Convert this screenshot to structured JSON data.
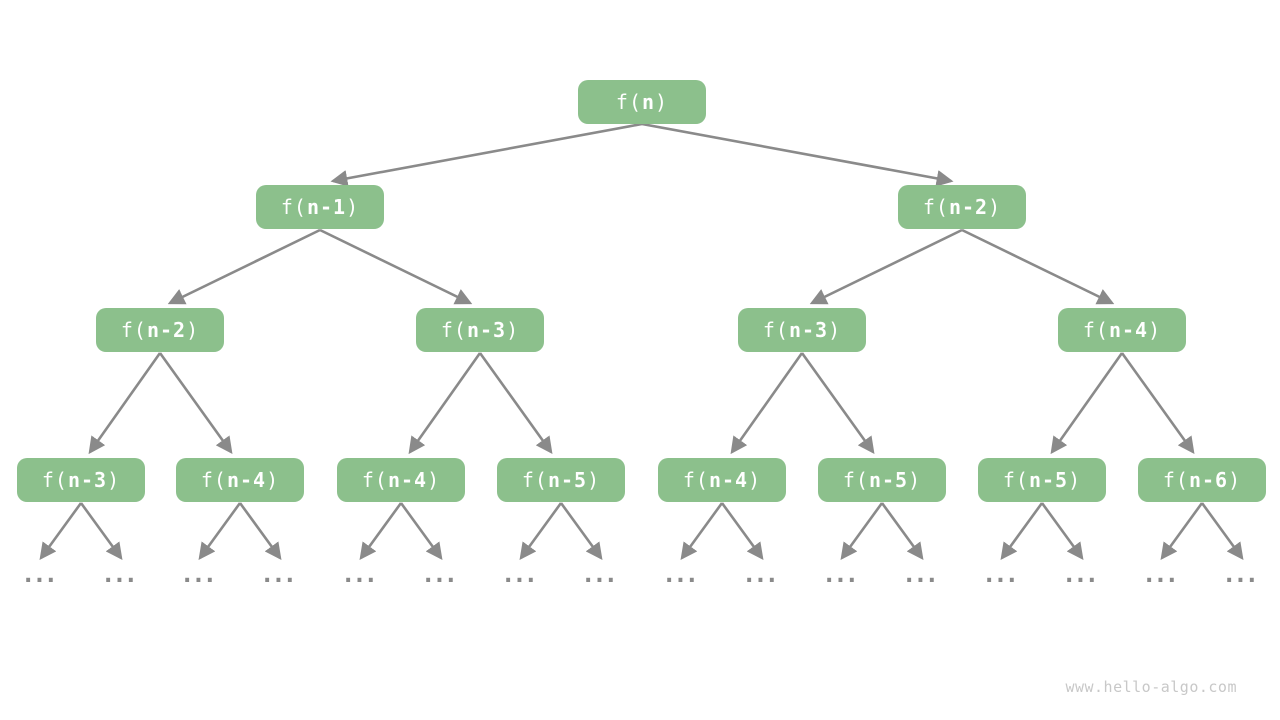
{
  "diagram": {
    "description": "recursion-tree",
    "watermark": "www.hello-algo.com",
    "ellipsis": "...",
    "colors": {
      "node_fill": "#8cc08c",
      "node_text": "#ffffff",
      "edge": "#8a8a8a",
      "ellipsis": "#8a8a8a",
      "watermark": "#c8c8c8",
      "background": "#ffffff"
    },
    "levels": [
      {
        "nodes": [
          {
            "pre": "f(",
            "arg": "n",
            "post": ")"
          }
        ]
      },
      {
        "nodes": [
          {
            "pre": "f(",
            "arg": "n-1",
            "post": ")"
          },
          {
            "pre": "f(",
            "arg": "n-2",
            "post": ")"
          }
        ]
      },
      {
        "nodes": [
          {
            "pre": "f(",
            "arg": "n-2",
            "post": ")"
          },
          {
            "pre": "f(",
            "arg": "n-3",
            "post": ")"
          },
          {
            "pre": "f(",
            "arg": "n-3",
            "post": ")"
          },
          {
            "pre": "f(",
            "arg": "n-4",
            "post": ")"
          }
        ]
      },
      {
        "nodes": [
          {
            "pre": "f(",
            "arg": "n-3",
            "post": ")"
          },
          {
            "pre": "f(",
            "arg": "n-4",
            "post": ")"
          },
          {
            "pre": "f(",
            "arg": "n-4",
            "post": ")"
          },
          {
            "pre": "f(",
            "arg": "n-5",
            "post": ")"
          },
          {
            "pre": "f(",
            "arg": "n-4",
            "post": ")"
          },
          {
            "pre": "f(",
            "arg": "n-5",
            "post": ")"
          },
          {
            "pre": "f(",
            "arg": "n-5",
            "post": ")"
          },
          {
            "pre": "f(",
            "arg": "n-6",
            "post": ")"
          }
        ]
      }
    ]
  }
}
